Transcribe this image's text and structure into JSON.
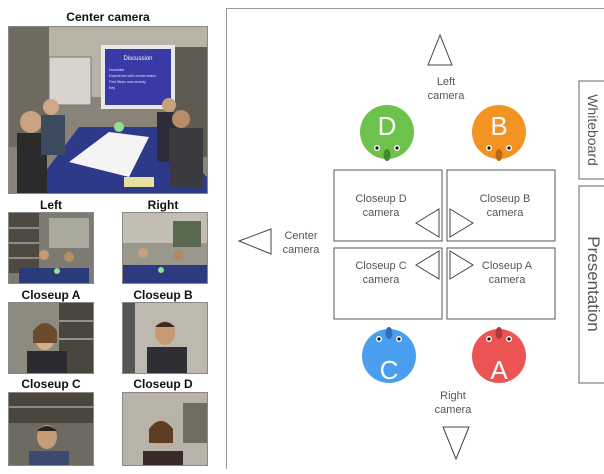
{
  "left_panel": {
    "center_label": "Center camera",
    "left_label": "Left",
    "right_label": "Right",
    "closeup_a_label": "Closeup A",
    "closeup_b_label": "Closeup B",
    "closeup_c_label": "Closeup C",
    "closeup_d_label": "Closeup D",
    "slide_title": "Discussion",
    "slide_lines": [
      "Downtiles",
      "Experience with remote teams",
      "First Steps now remedy",
      "Key"
    ]
  },
  "diagram": {
    "left_camera": [
      "Left",
      "camera"
    ],
    "right_camera": [
      "Right",
      "camera"
    ],
    "center_camera": [
      "Center",
      "camera"
    ],
    "closeup_d": [
      "Closeup D",
      "camera"
    ],
    "closeup_b": [
      "Closeup B",
      "camera"
    ],
    "closeup_c": [
      "Closeup C",
      "camera"
    ],
    "closeup_a": [
      "Closeup A",
      "camera"
    ],
    "whiteboard": "Whiteboard",
    "presentation": "Presentation",
    "participants": [
      {
        "letter": "D",
        "color": "#6cc24a"
      },
      {
        "letter": "B",
        "color": "#f39322"
      },
      {
        "letter": "C",
        "color": "#4a9ef0"
      },
      {
        "letter": "A",
        "color": "#ec5454"
      }
    ]
  }
}
